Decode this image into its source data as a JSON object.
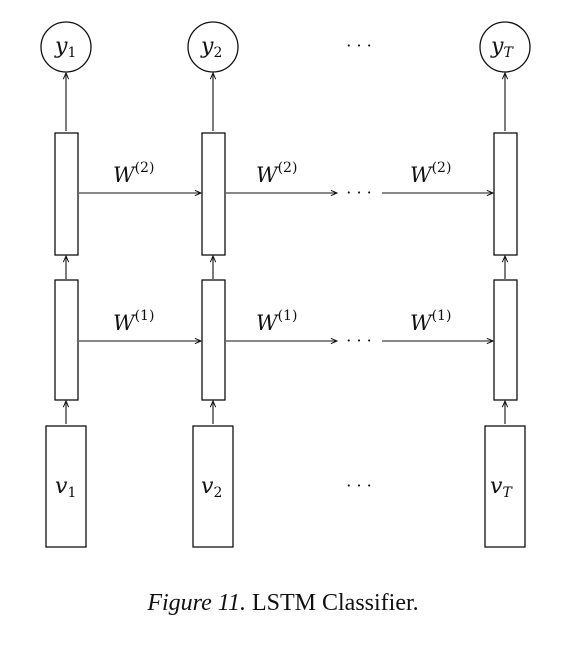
{
  "diagram": {
    "outputs": [
      {
        "base": "y",
        "sub": "1"
      },
      {
        "base": "y",
        "sub": "2"
      },
      {
        "base": "y",
        "sub": "T"
      }
    ],
    "inputs": [
      {
        "base": "v",
        "sub": "1"
      },
      {
        "base": "v",
        "sub": "2"
      },
      {
        "base": "v",
        "sub": "T"
      }
    ],
    "weights": {
      "layer2": {
        "base": "W",
        "sup": "(2)"
      },
      "layer1": {
        "base": "W",
        "sup": "(1)"
      }
    },
    "ellipsis": "· · ·"
  },
  "caption": {
    "figure": "Figure 11.",
    "text": "LSTM Classifier."
  }
}
